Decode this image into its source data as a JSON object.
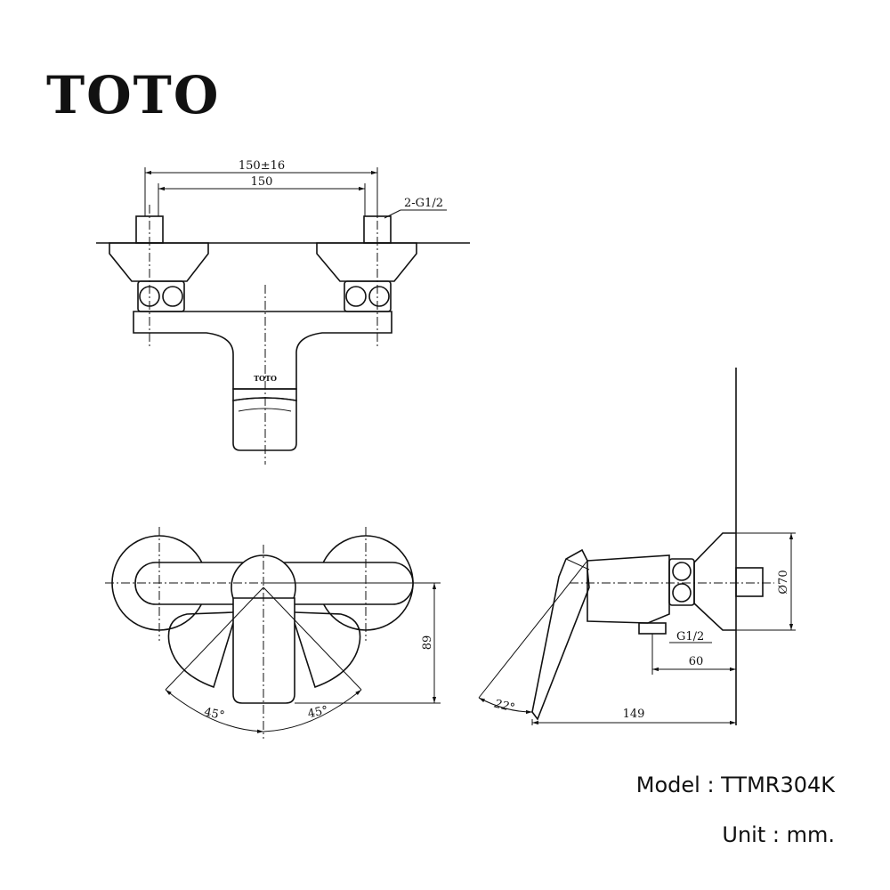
{
  "brand": {
    "logo_text": "TOTO",
    "mark_text": "TOTO"
  },
  "front_view": {
    "dim_overall": "150±16",
    "dim_centers": "150",
    "dim_connection": "2-G1/2"
  },
  "bottom_view": {
    "angle_left": "45°",
    "angle_right": "45°",
    "dim_depth": "89"
  },
  "side_view": {
    "dim_thread": "G1/2",
    "dim_flange": "Ø70",
    "dim_offset": "60",
    "dim_length": "149",
    "angle_handle": "22°"
  },
  "info": {
    "model": "Model : TTMR304K",
    "unit": "Unit : mm."
  }
}
